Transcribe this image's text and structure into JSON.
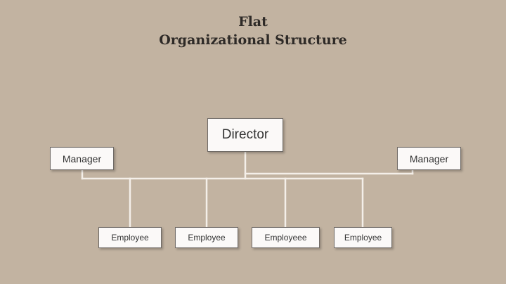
{
  "title": {
    "line1": "Flat",
    "line2": "Organizational Structure"
  },
  "nodes": {
    "director": "Director",
    "manager_left": "Manager",
    "manager_right": "Manager",
    "employees": [
      "Employee",
      "Employee",
      "Employeee",
      "Employee"
    ]
  },
  "colors": {
    "background": "#c2b3a1",
    "box_fill": "#fbf9f8",
    "box_border": "#6f6a66",
    "connector": "#f4efe9",
    "title_text": "#2e2a27"
  }
}
